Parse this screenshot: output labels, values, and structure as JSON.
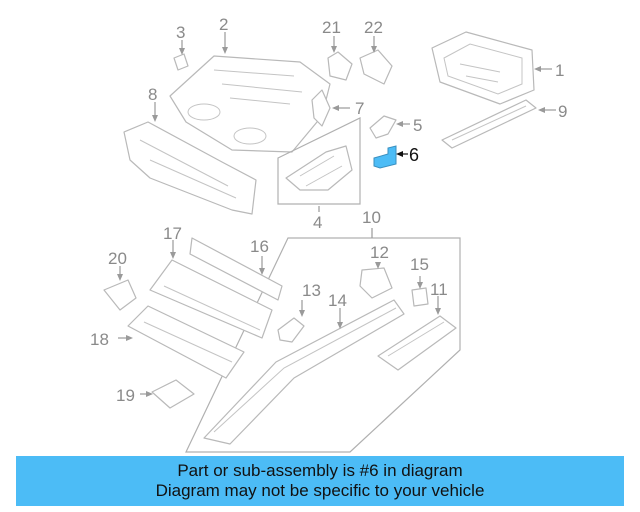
{
  "diagram": {
    "callouts": [
      "1",
      "2",
      "3",
      "4",
      "5",
      "6",
      "7",
      "8",
      "9",
      "10",
      "11",
      "12",
      "13",
      "14",
      "15",
      "16",
      "17",
      "18",
      "19",
      "20",
      "21",
      "22"
    ],
    "highlighted_part": "6",
    "highlight_color": "#4cbcf6"
  },
  "banner": {
    "line1": "Part or sub-assembly is #6 in diagram",
    "line2": "Diagram may not be specific to your vehicle",
    "background": "#4cbcf6"
  }
}
